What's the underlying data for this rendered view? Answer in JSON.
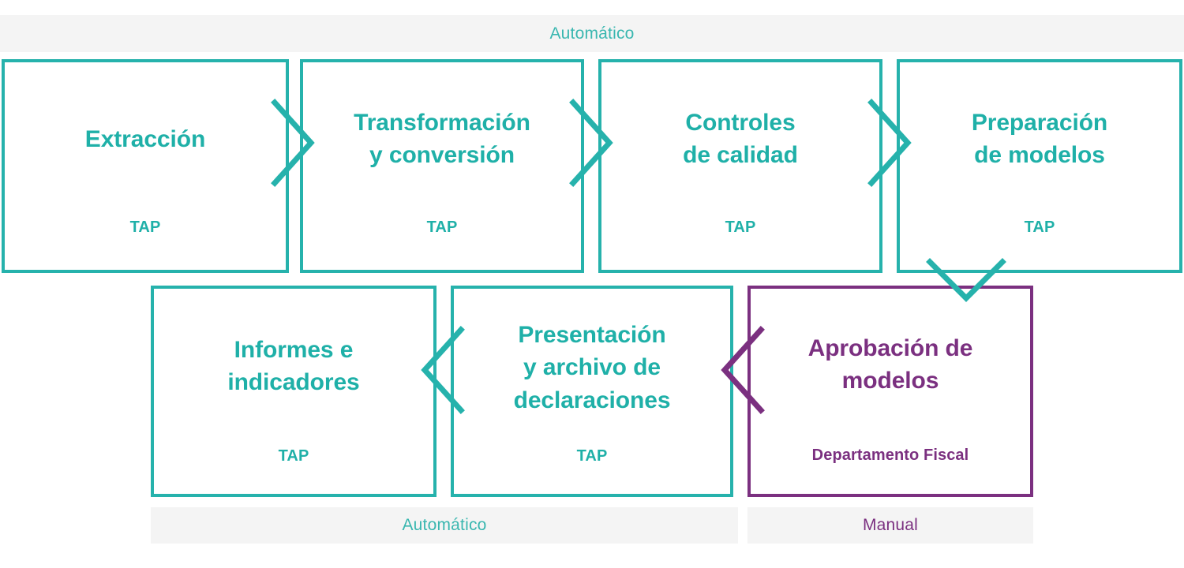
{
  "diagram": {
    "title_top_band": "Automático",
    "palette": {
      "teal": "#26b2ac",
      "teal_text": "#1fb0a8",
      "purple": "#7b3080",
      "band_bg": "#f4f4f4",
      "page_bg": "#ffffff"
    },
    "bands": {
      "top": {
        "label": "Automático",
        "color": "#3ab7b0"
      },
      "bottom_left": {
        "label": "Automático",
        "color": "#3ab7b0"
      },
      "bottom_right": {
        "label": "Manual",
        "color": "#7b3080"
      }
    },
    "row1": [
      {
        "id": "extraccion",
        "title": "Extracción",
        "owner": "TAP",
        "accent": "teal"
      },
      {
        "id": "transformacion",
        "title": "Transformación\ny conversión",
        "owner": "TAP",
        "accent": "teal"
      },
      {
        "id": "controles",
        "title": "Controles\nde calidad",
        "owner": "TAP",
        "accent": "teal"
      },
      {
        "id": "preparacion",
        "title": "Preparación\nde modelos",
        "owner": "TAP",
        "accent": "teal"
      }
    ],
    "row2": [
      {
        "id": "informes",
        "title": "Informes e\nindicadores",
        "owner": "TAP",
        "accent": "teal"
      },
      {
        "id": "presentacion",
        "title": "Presentación\ny archivo de\ndeclaraciones",
        "owner": "TAP",
        "accent": "teal"
      },
      {
        "id": "aprobacion",
        "title": "Aprobación de\nmodelos",
        "owner": "Departamento Fiscal",
        "accent": "purple"
      }
    ],
    "connectors": [
      {
        "name": "extraccion-to-transformacion",
        "direction": "right",
        "color": "teal"
      },
      {
        "name": "transformacion-to-controles",
        "direction": "right",
        "color": "teal"
      },
      {
        "name": "controles-to-preparacion",
        "direction": "right",
        "color": "teal"
      },
      {
        "name": "preparacion-to-aprobacion",
        "direction": "down",
        "color": "teal"
      },
      {
        "name": "aprobacion-to-presentacion",
        "direction": "left",
        "color": "purple"
      },
      {
        "name": "presentacion-to-informes",
        "direction": "left",
        "color": "teal"
      }
    ]
  }
}
